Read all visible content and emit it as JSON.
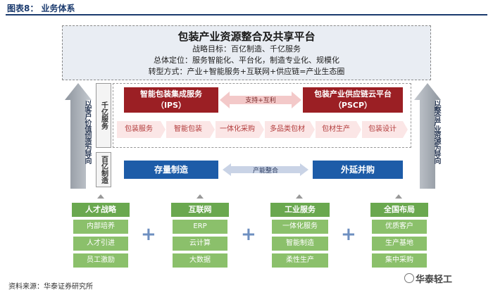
{
  "header": {
    "title": "图表8：    业务体系"
  },
  "platform": {
    "title": "包装产业资源整合及共享平台",
    "line1": "战略目标：百亿制造、千亿服务",
    "line2": "总体定位：服务智能化、平台化，制造专业化、规模化",
    "line3": "转型方式：产业+智能服务+互联网+供应链=产业生态圈"
  },
  "left_arrow": "以客户价值创造为导向",
  "right_arrow": "以整合产业资源为导向",
  "labels": {
    "service": "千亿服务",
    "manufacture": "百亿制造"
  },
  "service": {
    "left_box": {
      "line1": "智能包装集成服务",
      "line2": "（IPS）"
    },
    "right_box": {
      "line1": "包装产业供应链云平台",
      "line2": "（PSCP）"
    },
    "link_label": "支持+互利",
    "pills": [
      "包装服务",
      "智能包装",
      "一体化采购",
      "多品类包材",
      "包材生产",
      "包装设计"
    ]
  },
  "manufacture": {
    "left": "存量制造",
    "right": "外延并购",
    "link_label": "产能整合"
  },
  "pillars": [
    {
      "head": "人才战略",
      "items": [
        "内部培养",
        "人才引进",
        "员工激励"
      ]
    },
    {
      "head": "互联网",
      "items": [
        "ERP",
        "云计算",
        "大数据"
      ]
    },
    {
      "head": "工业服务",
      "items": [
        "一体化服务",
        "智能制造",
        "柔性生产"
      ]
    },
    {
      "head": "全国布局",
      "items": [
        "优质客户",
        "生产基地",
        "集中采购"
      ]
    }
  ],
  "plus_sign": "+",
  "footer": {
    "source": "资料来源：华泰证券研究所",
    "watermark": "华泰轻工"
  },
  "colors": {
    "navy": "#1a3a6e",
    "red": "#9b1f24",
    "blue": "#1d5ca8",
    "green_head": "#6aa84f",
    "green_item": "#8bc06b",
    "pill_bg": "#fbe6e6"
  }
}
